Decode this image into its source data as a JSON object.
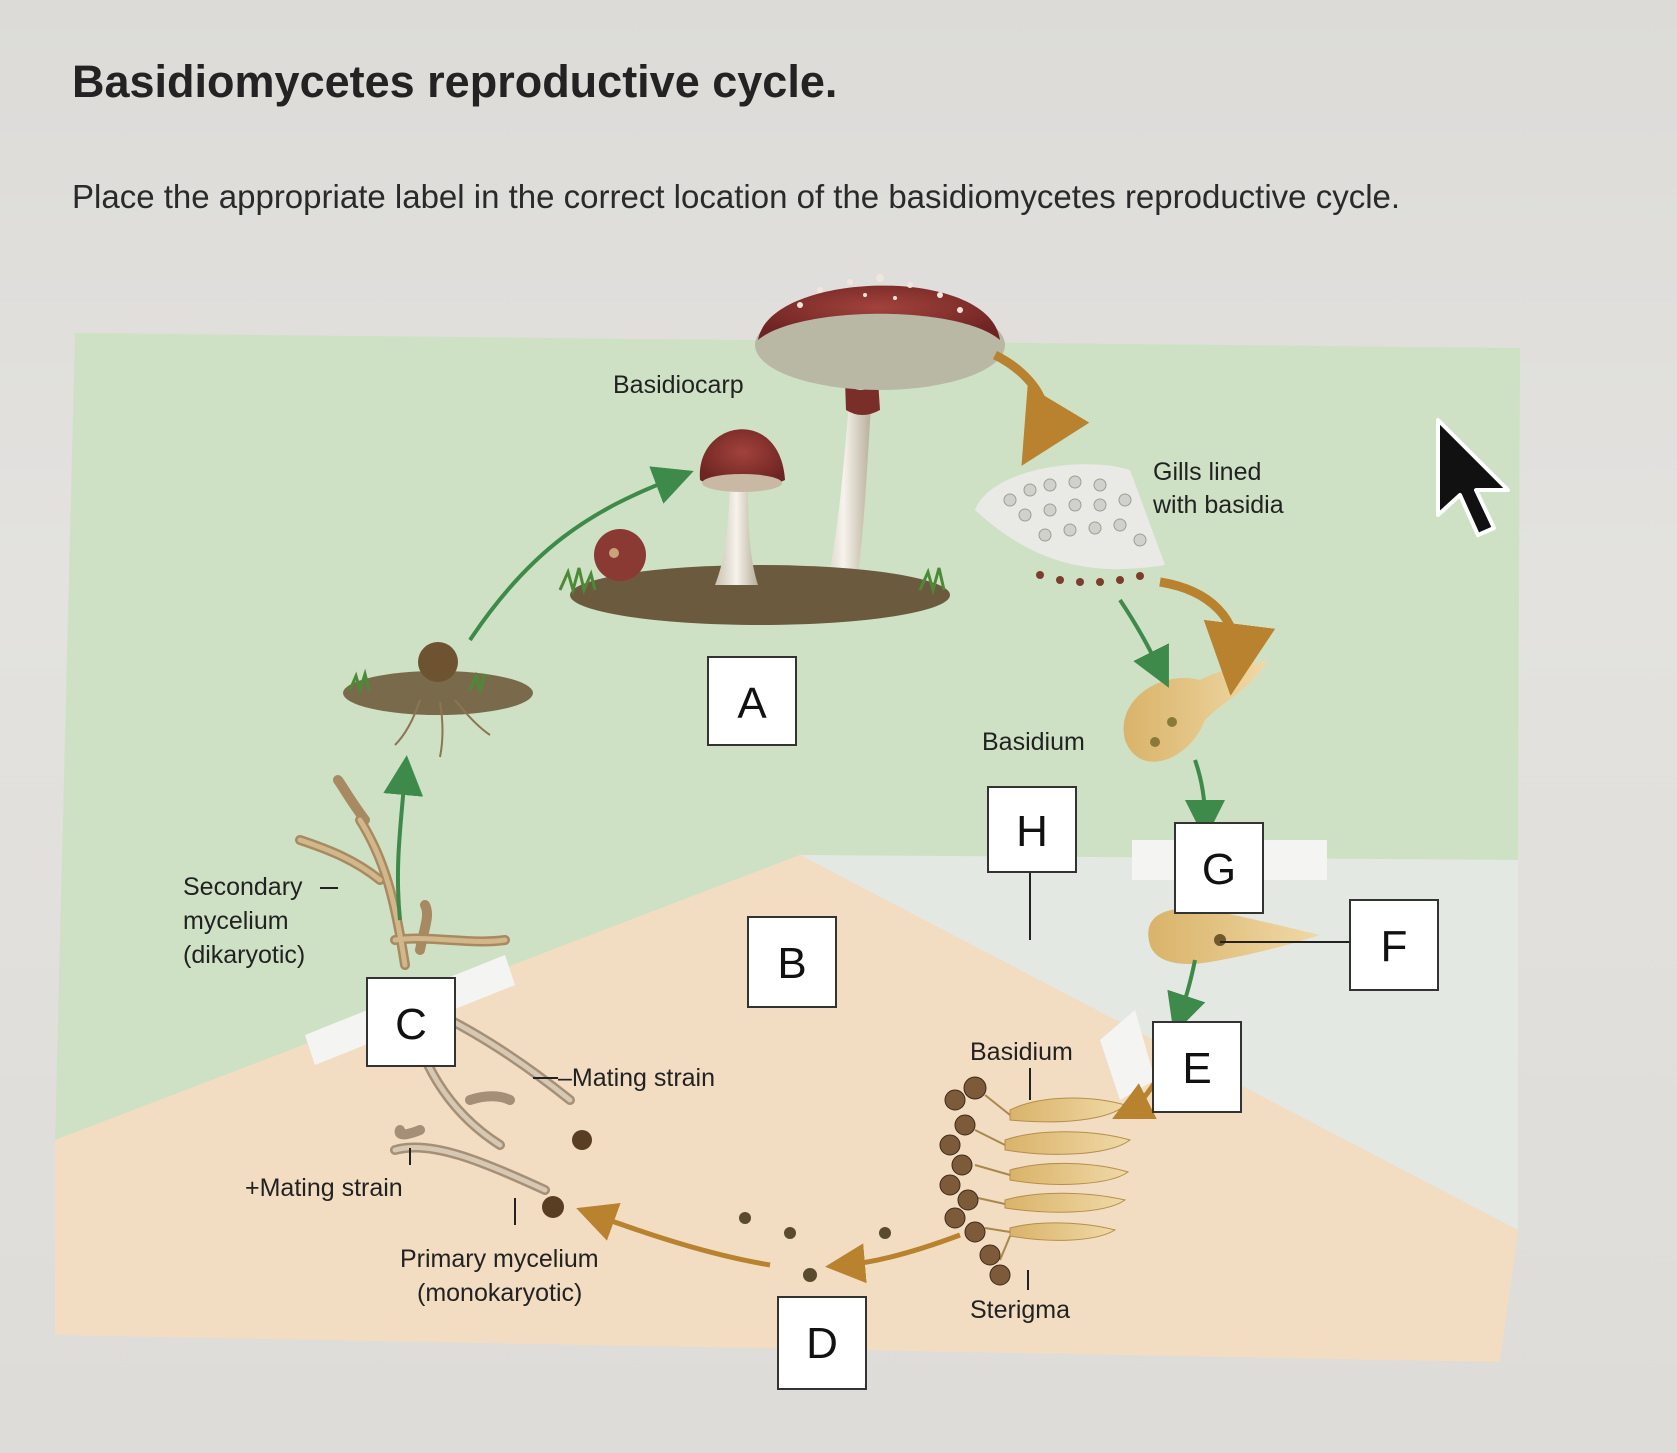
{
  "title": "Basidiomycetes reproductive cycle.",
  "instruction": "Place the appropriate label in the correct location of the basidiomycetes reproductive cycle.",
  "labels": {
    "basidiocarp": "Basidiocarp",
    "gills_line1": "Gills lined",
    "gills_line2": "with basidia",
    "basidium_top": "Basidium",
    "basidium_bottom": "Basidium",
    "sterigma": "Sterigma",
    "secondary_line1": "Secondary",
    "secondary_line2": "mycelium",
    "secondary_line3": "(dikaryotic)",
    "minus_mating": "–Mating strain",
    "plus_mating": "+Mating strain",
    "primary_line1": "Primary mycelium",
    "primary_line2": "(monokaryotic)"
  },
  "drop_boxes": {
    "a": "A",
    "b": "B",
    "c": "C",
    "d": "D",
    "e": "E",
    "f": "F",
    "g": "G",
    "h": "H"
  },
  "colors": {
    "green_zone": "#cfe1c5",
    "tan_zone": "#f2dcc0",
    "pale_zone": "#e6e9e4",
    "cycle_arrow_green": "#3d8a4a",
    "cycle_arrow_brown": "#b8822e"
  },
  "icons": [
    "mushroom-cap-icon",
    "cursor-arrow-icon"
  ]
}
